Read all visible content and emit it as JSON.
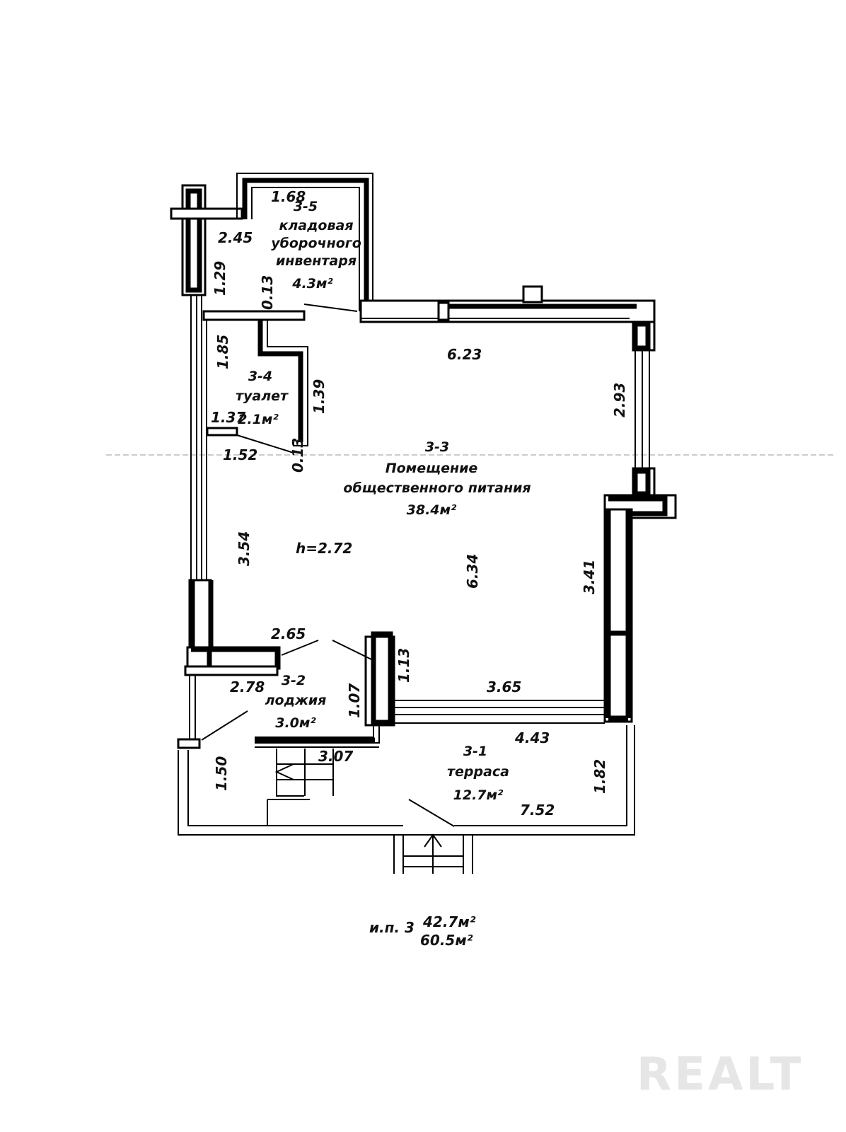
{
  "rooms": [
    {
      "id": "3-5",
      "name_lines": [
        "кладовая",
        "уборочного",
        "инвентаря"
      ],
      "area": "4.3м²"
    },
    {
      "id": "3-4",
      "name_lines": [
        "туалет"
      ],
      "area": "2.1м²"
    },
    {
      "id": "3-3",
      "name_lines": [
        "Помещение",
        "общественного питания"
      ],
      "area": "38.4м²"
    },
    {
      "id": "3-2",
      "name_lines": [
        "лоджия"
      ],
      "area": "3.0м²"
    },
    {
      "id": "3-1",
      "name_lines": [
        "терраса"
      ],
      "area": "12.7м²"
    }
  ],
  "ceiling_height": "h=2.72",
  "dimensions": {
    "d168": "1.68",
    "d245": "2.45",
    "d129": "1.29",
    "d013a": "0.13",
    "d185": "1.85",
    "d139": "1.39",
    "d137": "1.37",
    "d152": "1.52",
    "d013b": "0.13",
    "d623": "6.23",
    "d293": "2.93",
    "d354": "3.54",
    "d634": "6.34",
    "d341": "3.41",
    "d265": "2.65",
    "d113": "1.13",
    "d278": "2.78",
    "d107": "1.07",
    "d365": "3.65",
    "d443": "4.43",
    "d307": "3.07",
    "d150": "1.50",
    "d182": "1.82",
    "d752": "7.52"
  },
  "summary": {
    "label": "и.п. 3",
    "area_main": "42.7м²",
    "area_total": "60.5м²"
  },
  "watermark": "REALT"
}
